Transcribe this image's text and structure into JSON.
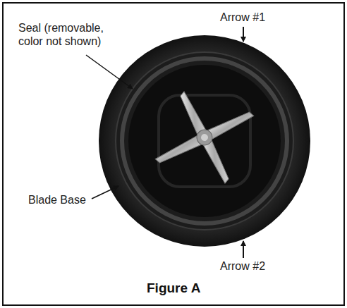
{
  "diagram": {
    "caption": "Figure A",
    "labels": [
      "Arrow #1",
      "Seal (removable, color not shown)",
      "Blade Base",
      "Arrow #2"
    ]
  }
}
